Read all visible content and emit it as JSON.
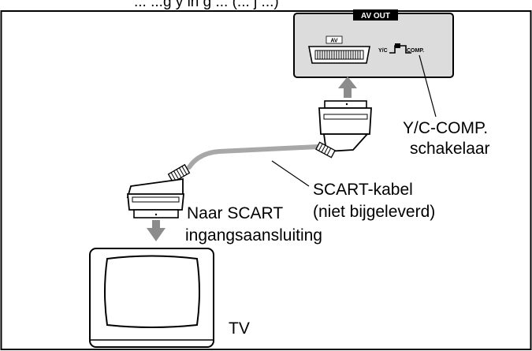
{
  "top_text": "... ...g y in g ... (... j ...)",
  "device": {
    "panel_title": "AV OUT",
    "scart_port_label": "AV",
    "switch_label_left": "Y/C",
    "switch_label_right": "COMP."
  },
  "labels": {
    "switch_line1": "Y/C-COMP.",
    "switch_line2": "schakelaar",
    "cable_line1": "SCART-kabel",
    "cable_line2": "(niet bijgeleverd)",
    "input_line1": "Naar SCART",
    "input_line2": "ingangsaansluiting",
    "tv": "TV"
  },
  "colors": {
    "panel_fill": "#dcdcdc",
    "cable": "#a8a8a8",
    "arrow": "#8c8c8c",
    "ink": "#000000"
  }
}
